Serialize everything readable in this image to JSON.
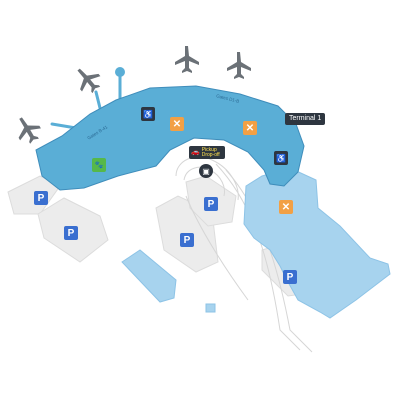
{
  "terminal": {
    "name": "Terminal 1"
  },
  "gates": {
    "left": "Gates B-41",
    "top": "Gates D1-B"
  },
  "pickup": {
    "line1": "Pickup",
    "line2": "Drop-off"
  },
  "poi": {
    "parking_symbol": "P",
    "food_symbol": "✕",
    "pet_symbol": "🐾",
    "relief_symbol": "♿",
    "bus_symbol": "▣"
  },
  "colors": {
    "terminal_fill": "#5aaed6",
    "terminal_stroke": "#3f8dbb",
    "building_fill": "#a7d3ee",
    "grey_building": "#ececec",
    "road": "#dcdcdc",
    "parking": "#3a6fd0",
    "food": "#f2a045",
    "dark_label": "#2e3640",
    "plane": "#6b7177"
  },
  "icons": [
    "airplane-icon",
    "parking-icon",
    "food-icon",
    "bus-icon",
    "car-icon",
    "accessibility-icon",
    "pet-relief-icon"
  ]
}
